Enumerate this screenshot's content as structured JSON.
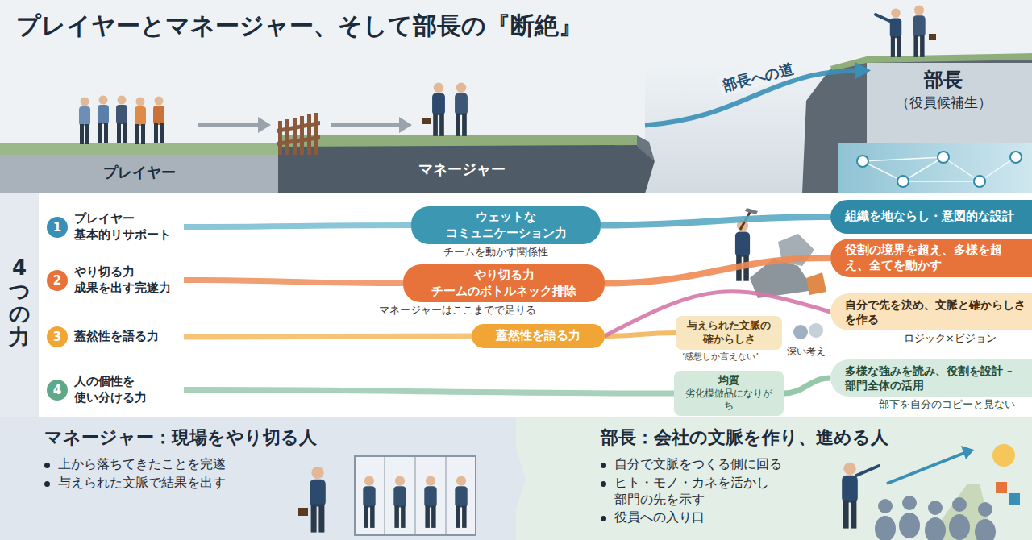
{
  "diagram": {
    "title": "プレイヤーとマネージャー、そして部長の『断絶』",
    "nodes": [
      {
        "text": [
          "プレイヤー"
        ]
      },
      {
        "text": [
          "マネージャー"
        ]
      },
      {
        "text": [
          "部長",
          "（役員候補生）"
        ]
      },
      {
        "text": [
          "1",
          "プレイヤー 基本的リサポート"
        ]
      },
      {
        "text": [
          "2",
          "やり切る力 成果を出す完遂力"
        ]
      },
      {
        "text": [
          "3",
          "蓋然性を語る力"
        ]
      },
      {
        "text": [
          "4",
          "人の個性を 使い分ける力"
        ]
      },
      {
        "text": [
          "ウェットな コミュニケーション力",
          "チームを動かす関係性"
        ]
      },
      {
        "text": [
          "やり切る力 チームのボトルネック排除",
          "マネージャーはここまでで足りる"
        ]
      },
      {
        "text": [
          "蓋然性を語る力"
        ]
      },
      {
        "text": [
          "与えられた文脈の 確からしさ",
          "‘感想しか言えない’"
        ]
      },
      {
        "text": [
          "均質",
          "劣化模倣品になりがち"
        ]
      },
      {
        "text": [
          "組織を地ならし・意図的な設計"
        ]
      },
      {
        "text": [
          "役割の境界を超え、多様を超え、全てを動かす"
        ]
      },
      {
        "text": [
          "自分で先を決め、文脈と確からしさを作る",
          "– ロジック×ビジョン"
        ]
      },
      {
        "text": [
          "多様な強みを読み、役割を設計 – 部門全体の活用",
          "部下を自分のコピーと見ない"
        ]
      },
      {
        "text": [
          "マネージャー：現場をやり切る人",
          "上から落ちてきたことを完遂",
          "与えられた文脈で結果を出す"
        ]
      },
      {
        "text": [
          "部長：会社の文脈を作り、進める人",
          "自分で文脈をつくる側に回る",
          "ヒト・モノ・カネを活かし 部門の先を示す",
          "役員への入り口"
        ]
      }
    ],
    "edges": [
      {
        "from": 1,
        "to": 2,
        "label": "部長への道",
        "arrow": "to"
      },
      {
        "from": 3,
        "to": 7,
        "arrow": "none"
      },
      {
        "from": 4,
        "to": 8,
        "arrow": "none"
      },
      {
        "from": 5,
        "to": 9,
        "arrow": "none"
      },
      {
        "from": 6,
        "to": 11,
        "arrow": "none"
      },
      {
        "from": 7,
        "to": 12,
        "arrow": "none"
      },
      {
        "from": 8,
        "to": 13,
        "arrow": "none"
      },
      {
        "from": 9,
        "to": 10,
        "arrow": "none"
      },
      {
        "from": 9,
        "to": 14,
        "arrow": "none"
      },
      {
        "from": 11,
        "to": 15,
        "arrow": "none"
      }
    ],
    "labels": [
      "4つの力",
      "深い考え"
    ]
  }
}
